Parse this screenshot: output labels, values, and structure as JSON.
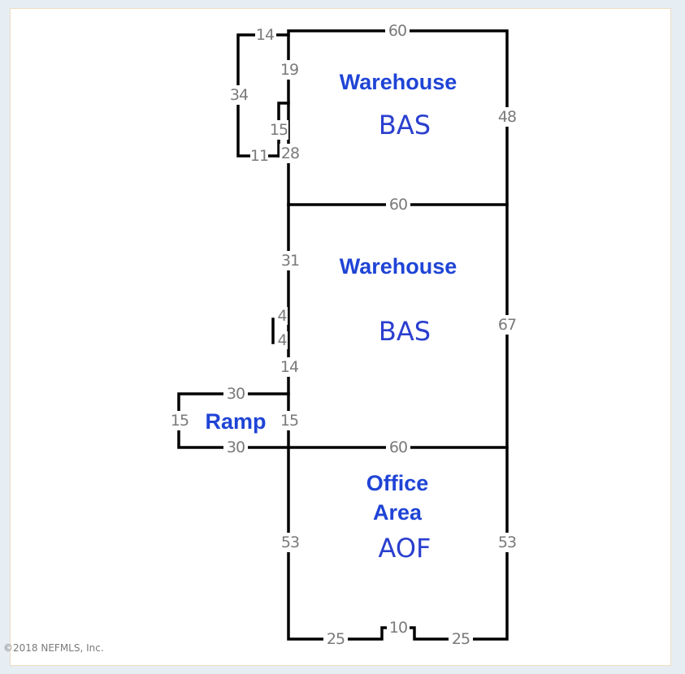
{
  "sketch": {
    "rooms": [
      {
        "name": "Warehouse",
        "code": "BAS"
      },
      {
        "name": "Warehouse",
        "code": "BAS"
      },
      {
        "name_line1": "Office",
        "name_line2": "Area",
        "code": "AOF"
      }
    ],
    "ramp_label": "Ramp",
    "dimensions": {
      "top_width": "60",
      "top_right": "48",
      "top_jog": "14",
      "top_left_upper": "19",
      "left_outer": "34",
      "jog_inner": "15",
      "jog_bottom": "11",
      "top_left_lower": "28",
      "divider_1": "60",
      "mid_left_upper": "31",
      "notch_a": "4",
      "notch_b": "4",
      "mid_left_lower": "14",
      "mid_right": "67",
      "ramp_top": "30",
      "ramp_left": "15",
      "ramp_right": "15",
      "ramp_bottom": "30",
      "divider_2": "60",
      "office_left": "53",
      "office_right": "53",
      "bottom_left": "25",
      "bottom_notch": "10",
      "bottom_right": "25"
    }
  },
  "copyright": "©2018 NEFMLS, Inc."
}
